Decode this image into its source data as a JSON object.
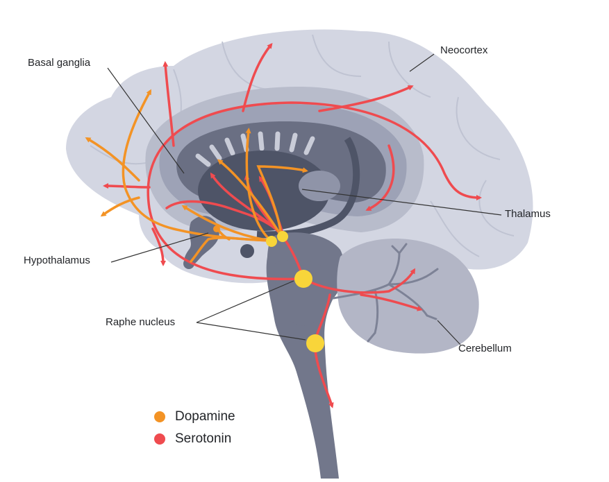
{
  "labels": {
    "basal_ganglia": "Basal ganglia",
    "neocortex": "Neocortex",
    "thalamus": "Thalamus",
    "hypothalamus": "Hypothalamus",
    "raphe_nucleus": "Raphe nucleus",
    "cerebellum": "Cerebellum"
  },
  "legend": [
    {
      "label": "Dopamine",
      "color": "#f39325"
    },
    {
      "label": "Serotonin",
      "color": "#ef4b4f"
    }
  ],
  "colors": {
    "brain_light": "#d3d6e2",
    "brain_mid": "#a9adbf",
    "brain_dark": "#6a6f83",
    "brain_darkest": "#4e5467",
    "stem": "#72778b",
    "cerebellum": "#b3b6c6",
    "dopamine": "#f39325",
    "serotonin": "#ef4b4f",
    "nucleus": "#f8d53a"
  }
}
